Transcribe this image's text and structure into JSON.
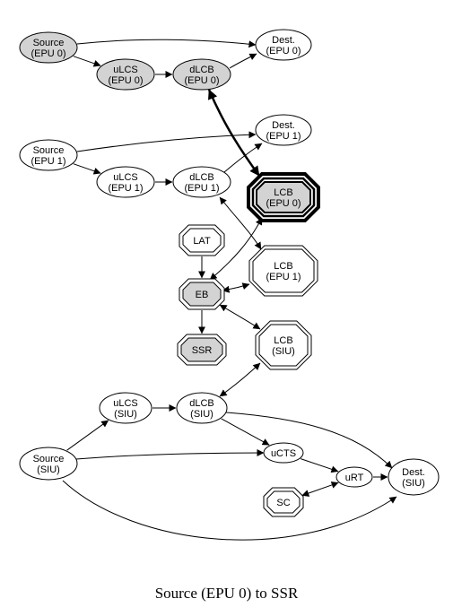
{
  "caption": "Source (EPU 0) to SSR",
  "colors": {
    "highlight_fill": "#d3d3d3",
    "plain_fill": "#ffffff",
    "stroke": "#000000"
  },
  "nodes": {
    "src_epu0": {
      "lines": [
        "Source",
        "(EPU 0)"
      ],
      "shape": "ellipse",
      "filled": true
    },
    "ulcs_epu0": {
      "lines": [
        "uLCS",
        "(EPU 0)"
      ],
      "shape": "ellipse",
      "filled": true
    },
    "dlcb_epu0": {
      "lines": [
        "dLCB",
        "(EPU 0)"
      ],
      "shape": "ellipse",
      "filled": true
    },
    "dest_epu0": {
      "lines": [
        "Dest.",
        "(EPU 0)"
      ],
      "shape": "ellipse",
      "filled": false
    },
    "src_epu1": {
      "lines": [
        "Source",
        "(EPU 1)"
      ],
      "shape": "ellipse",
      "filled": false
    },
    "ulcs_epu1": {
      "lines": [
        "uLCS",
        "(EPU 1)"
      ],
      "shape": "ellipse",
      "filled": false
    },
    "dlcb_epu1": {
      "lines": [
        "dLCB",
        "(EPU 1)"
      ],
      "shape": "ellipse",
      "filled": false
    },
    "dest_epu1": {
      "lines": [
        "Dest.",
        "(EPU 1)"
      ],
      "shape": "ellipse",
      "filled": false
    },
    "lcb_epu0": {
      "lines": [
        "LCB",
        "(EPU 0)"
      ],
      "shape": "octagon",
      "filled": true,
      "bold": true
    },
    "lat": {
      "lines": [
        "LAT"
      ],
      "shape": "octagon",
      "filled": false
    },
    "lcb_epu1": {
      "lines": [
        "LCB",
        "(EPU 1)"
      ],
      "shape": "octagon",
      "filled": false
    },
    "eb": {
      "lines": [
        "EB"
      ],
      "shape": "octagon",
      "filled": true
    },
    "ssr": {
      "lines": [
        "SSR"
      ],
      "shape": "octagon",
      "filled": true
    },
    "lcb_siu": {
      "lines": [
        "LCB",
        "(SIU)"
      ],
      "shape": "octagon",
      "filled": false
    },
    "ulcs_siu": {
      "lines": [
        "uLCS",
        "(SIU)"
      ],
      "shape": "ellipse",
      "filled": false
    },
    "dlcb_siu": {
      "lines": [
        "dLCB",
        "(SIU)"
      ],
      "shape": "ellipse",
      "filled": false
    },
    "src_siu": {
      "lines": [
        "Source",
        "(SIU)"
      ],
      "shape": "ellipse",
      "filled": false
    },
    "ucts": {
      "lines": [
        "uCTS"
      ],
      "shape": "ellipse",
      "filled": false
    },
    "urt": {
      "lines": [
        "uRT"
      ],
      "shape": "ellipse",
      "filled": false
    },
    "dest_siu": {
      "lines": [
        "Dest.",
        "(SIU)"
      ],
      "shape": "ellipse",
      "filled": false
    },
    "sc": {
      "lines": [
        "SC"
      ],
      "shape": "octagon",
      "filled": false
    }
  },
  "edges": [
    {
      "from": "src_epu0",
      "to": "dest_epu0",
      "dir": "forward"
    },
    {
      "from": "src_epu0",
      "to": "ulcs_epu0",
      "dir": "forward"
    },
    {
      "from": "ulcs_epu0",
      "to": "dlcb_epu0",
      "dir": "forward"
    },
    {
      "from": "dlcb_epu0",
      "to": "dest_epu0",
      "dir": "forward"
    },
    {
      "from": "dlcb_epu0",
      "to": "lcb_epu0",
      "dir": "both",
      "bold": true
    },
    {
      "from": "src_epu1",
      "to": "dest_epu1",
      "dir": "forward"
    },
    {
      "from": "src_epu1",
      "to": "ulcs_epu1",
      "dir": "forward"
    },
    {
      "from": "ulcs_epu1",
      "to": "dlcb_epu1",
      "dir": "forward"
    },
    {
      "from": "dlcb_epu1",
      "to": "dest_epu1",
      "dir": "forward"
    },
    {
      "from": "dlcb_epu1",
      "to": "lcb_epu1",
      "dir": "both"
    },
    {
      "from": "lat",
      "to": "eb",
      "dir": "forward"
    },
    {
      "from": "eb",
      "to": "lcb_epu0",
      "dir": "both"
    },
    {
      "from": "eb",
      "to": "lcb_epu1",
      "dir": "both"
    },
    {
      "from": "eb",
      "to": "ssr",
      "dir": "forward"
    },
    {
      "from": "eb",
      "to": "lcb_siu",
      "dir": "both"
    },
    {
      "from": "dlcb_siu",
      "to": "lcb_siu",
      "dir": "both"
    },
    {
      "from": "src_siu",
      "to": "ulcs_siu",
      "dir": "forward"
    },
    {
      "from": "ulcs_siu",
      "to": "dlcb_siu",
      "dir": "forward"
    },
    {
      "from": "dlcb_siu",
      "to": "ucts",
      "dir": "forward"
    },
    {
      "from": "dlcb_siu",
      "to": "dest_siu",
      "dir": "forward"
    },
    {
      "from": "src_siu",
      "to": "ucts",
      "dir": "forward"
    },
    {
      "from": "ucts",
      "to": "urt",
      "dir": "forward"
    },
    {
      "from": "urt",
      "to": "dest_siu",
      "dir": "forward"
    },
    {
      "from": "sc",
      "to": "urt",
      "dir": "both"
    },
    {
      "from": "src_siu",
      "to": "dest_siu",
      "dir": "forward"
    }
  ]
}
